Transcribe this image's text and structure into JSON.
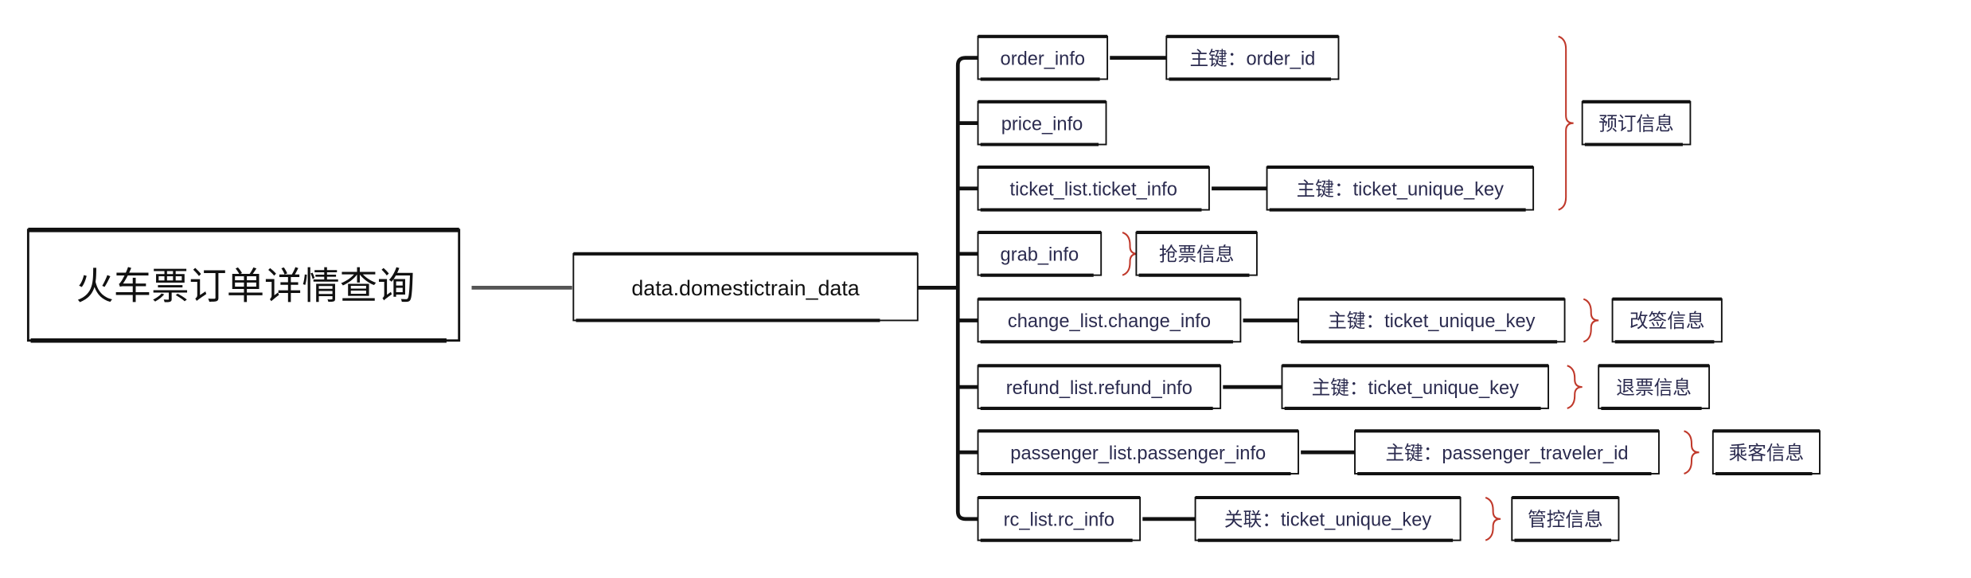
{
  "root": {
    "label": "火车票订单详情查询"
  },
  "hub": {
    "label": "data.domestictrain_data"
  },
  "rows": [
    {
      "node": "order_info",
      "key": "主键：order_id"
    },
    {
      "node": "price_info",
      "key": ""
    },
    {
      "node": "ticket_list.ticket_info",
      "key": "主键：ticket_unique_key"
    },
    {
      "node": "grab_info",
      "key": ""
    },
    {
      "node": "change_list.change_info",
      "key": "主键：ticket_unique_key"
    },
    {
      "node": "refund_list.refund_info",
      "key": "主键：ticket_unique_key"
    },
    {
      "node": "passenger_list.passenger_info",
      "key": "主键：passenger_traveler_id"
    },
    {
      "node": "rc_list.rc_info",
      "key": "关联：ticket_unique_key"
    }
  ],
  "groups": [
    {
      "label": "预订信息",
      "rows": [
        0,
        2
      ]
    },
    {
      "label": "抢票信息",
      "rows": [
        3,
        3
      ]
    },
    {
      "label": "改签信息",
      "rows": [
        4,
        4
      ]
    },
    {
      "label": "退票信息",
      "rows": [
        5,
        5
      ]
    },
    {
      "label": "乘客信息",
      "rows": [
        6,
        6
      ]
    },
    {
      "label": "管控信息",
      "rows": [
        7,
        7
      ]
    }
  ],
  "colors": {
    "text": "#2b2b4f",
    "line": "#111111",
    "brace": "#c0392b"
  }
}
